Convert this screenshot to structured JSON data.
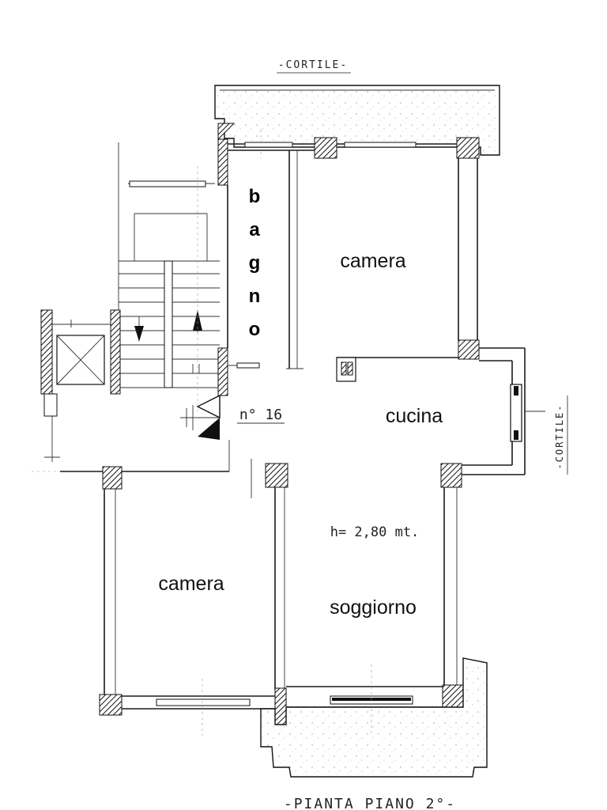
{
  "labels": {
    "cortile_top": "-CORTILE-",
    "cortile_right": "-CORTILE-",
    "bagno_letters": [
      "b",
      "a",
      "g",
      "n",
      "o"
    ],
    "camera_top": "camera",
    "cucina": "cucina",
    "apartment_number": "n° 16",
    "height_note": "h= 2,80 mt.",
    "camera_bottom": "camera",
    "soggiorno": "soggiorno",
    "bottom_caption": "-PIANTA PIANO 2°-"
  }
}
